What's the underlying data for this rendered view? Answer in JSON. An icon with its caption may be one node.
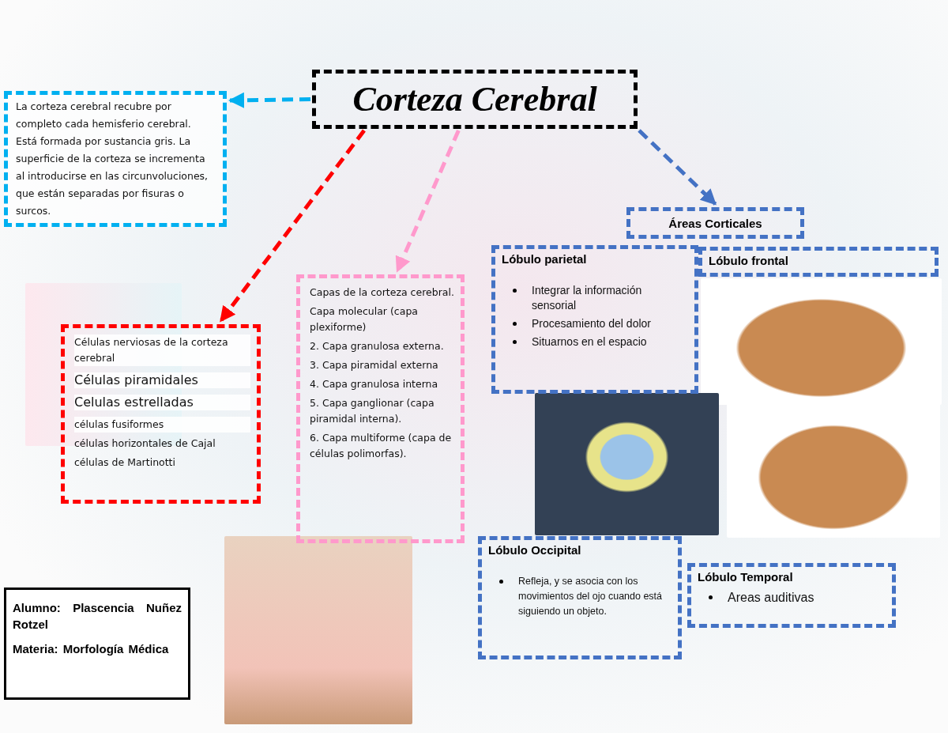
{
  "diagram": {
    "nodes": [
      {
        "text": [
          "Corteza Cerebral"
        ]
      },
      {
        "text": [
          "La corteza cerebral recubre por completo cada hemisferio cerebral. Está formada por sustancia gris. La superficie de la corteza se incrementa al introducirse en las circunvoluciones, que están separadas por fisuras o surcos."
        ]
      },
      {
        "text": [
          "Células nerviosas de la corteza cerebral",
          "Células piramidales",
          "Celulas estrelladas",
          "células fusiformes",
          "células horizontales de Cajal",
          "células de Martinotti"
        ]
      },
      {
        "text": [
          "Capas de la corteza cerebral.",
          "Capa molecular (capa plexiforme)",
          "2. Capa granulosa externa.",
          "3. Capa piramidal externa",
          "4. Capa granulosa interna",
          "5. Capa ganglionar (capa piramidal interna).",
          "6. Capa multiforme (capa de células polimorfas)."
        ]
      },
      {
        "text": [
          "Áreas Corticales"
        ]
      },
      {
        "text": [
          "Lóbulo parietal",
          "Integrar la información sensorial",
          "Procesamiento del dolor",
          "Situarnos en el espacio"
        ]
      },
      {
        "text": [
          "Lóbulo frontal"
        ]
      },
      {
        "text": [
          "Lóbulo Occipital",
          "Refleja, y se asocia con los movimientos del ojo cuando está siguiendo un objeto."
        ]
      },
      {
        "text": [
          "Lóbulo Temporal",
          "Areas auditivas"
        ]
      },
      {
        "text": [
          "Alumno: Plascencia Nuñez Rotzel",
          "Materia: Morfología Médica"
        ]
      }
    ],
    "edges": [
      {
        "from": 0,
        "to": 1,
        "arrow": "to",
        "style": "dashed",
        "color": "#00b0f0"
      },
      {
        "from": 0,
        "to": 2,
        "arrow": "to",
        "style": "dashed",
        "color": "#ff0000"
      },
      {
        "from": 0,
        "to": 3,
        "arrow": "to",
        "style": "dashed",
        "color": "#ff99cc"
      },
      {
        "from": 0,
        "to": 4,
        "arrow": "to",
        "style": "dashed",
        "color": "#4472c4"
      }
    ]
  }
}
